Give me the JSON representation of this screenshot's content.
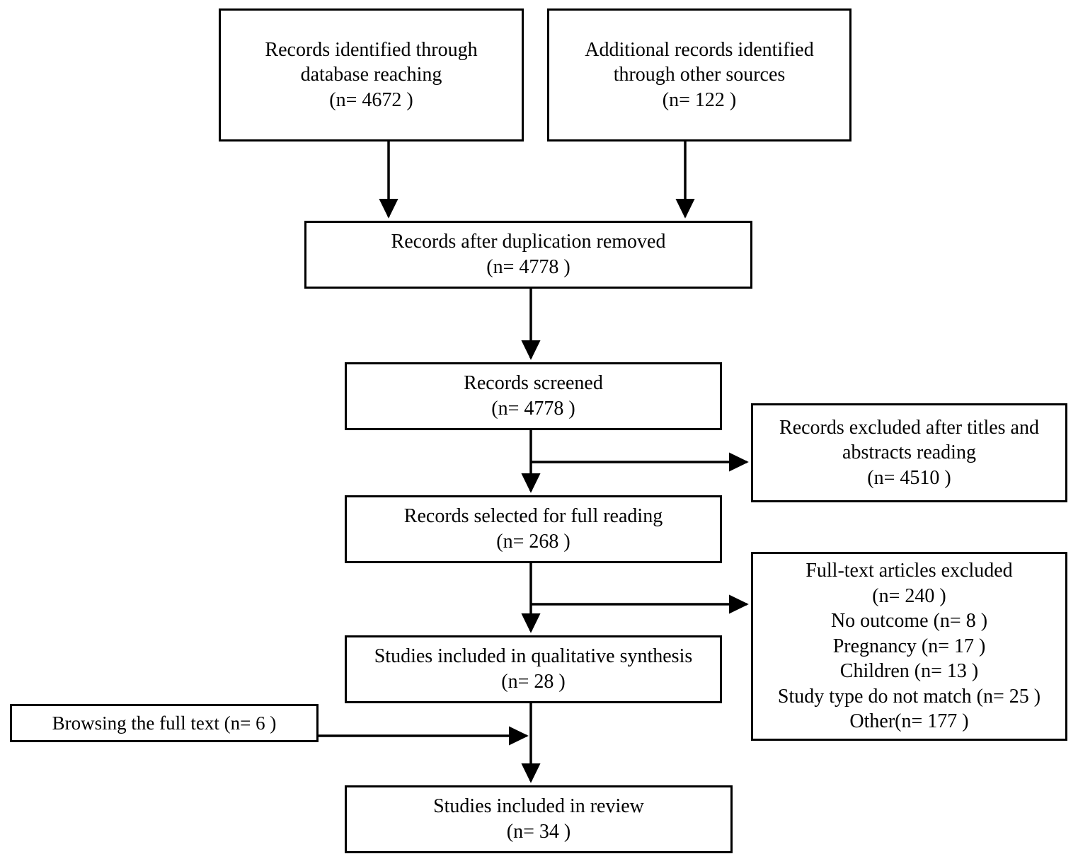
{
  "diagram": {
    "type": "prisma-flow-diagram",
    "nodes": {
      "db_records": {
        "lines": [
          "Records identified through",
          "database reaching",
          "(n= 4672 )"
        ],
        "count": 4672
      },
      "other_sources": {
        "lines": [
          "Additional records identified",
          "through other sources",
          "(n= 122 )"
        ],
        "count": 122
      },
      "dedup": {
        "lines": [
          "Records after duplication removed",
          "(n= 4778 )"
        ],
        "count": 4778
      },
      "screened": {
        "lines": [
          "Records screened",
          "(n= 4778 )"
        ],
        "count": 4778
      },
      "excluded_titles": {
        "lines": [
          "Records excluded after titles and",
          "abstracts reading",
          "(n= 4510 )"
        ],
        "count": 4510
      },
      "full_reading": {
        "lines": [
          "Records selected for full reading",
          "(n= 268 )"
        ],
        "count": 268
      },
      "excluded_fulltext": {
        "lines": [
          "Full-text articles excluded",
          "(n= 240 )",
          "No outcome (n= 8  )",
          "Pregnancy (n= 17  )",
          "Children (n=  13 )",
          "Study type do not match (n= 25 )",
          "Other(n= 177 )"
        ],
        "count": 240,
        "reasons": [
          {
            "label": "No outcome",
            "count": 8
          },
          {
            "label": "Pregnancy",
            "count": 17
          },
          {
            "label": "Children",
            "count": 13
          },
          {
            "label": "Study type do not match",
            "count": 25
          },
          {
            "label": "Other",
            "count": 177
          }
        ]
      },
      "qualitative": {
        "lines": [
          "Studies included in qualitative synthesis",
          "(n= 28  )"
        ],
        "count": 28
      },
      "browsing": {
        "lines": [
          "Browsing the full text (n= 6 )"
        ],
        "count": 6
      },
      "review": {
        "lines": [
          "Studies included in review",
          "(n= 34  )"
        ],
        "count": 34
      }
    },
    "colors": {
      "stroke": "#000000",
      "fill": "#ffffff",
      "text": "#000000"
    }
  }
}
